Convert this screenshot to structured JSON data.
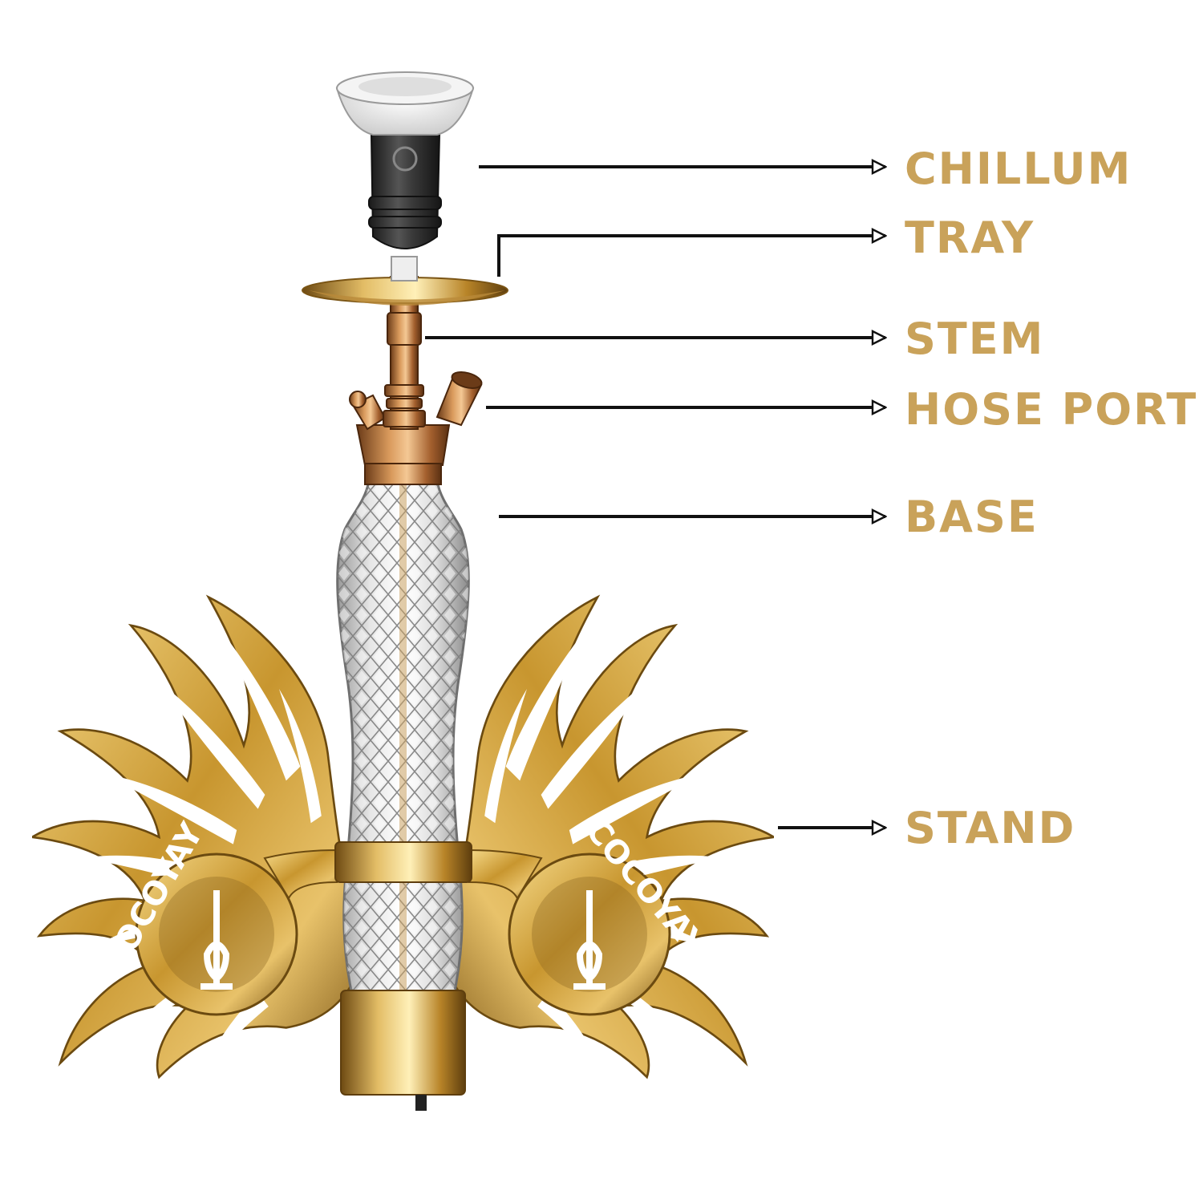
{
  "colors": {
    "label": "#c9a25a",
    "leader": "#111111",
    "gold_light": "#f3d27a",
    "gold_mid": "#c8962f",
    "gold_dark": "#7a5414",
    "copper": "#b8743c",
    "chillum_black": "#2f2f2f"
  },
  "labels": [
    {
      "id": "chillum",
      "text": "CHILLUM"
    },
    {
      "id": "tray",
      "text": "TRAY"
    },
    {
      "id": "stem",
      "text": "STEM"
    },
    {
      "id": "hose_port",
      "text": "HOSE PORT"
    },
    {
      "id": "base",
      "text": "BASE"
    },
    {
      "id": "stand",
      "text": "STAND"
    }
  ],
  "brand": {
    "stand_text": "COCOYAY"
  }
}
